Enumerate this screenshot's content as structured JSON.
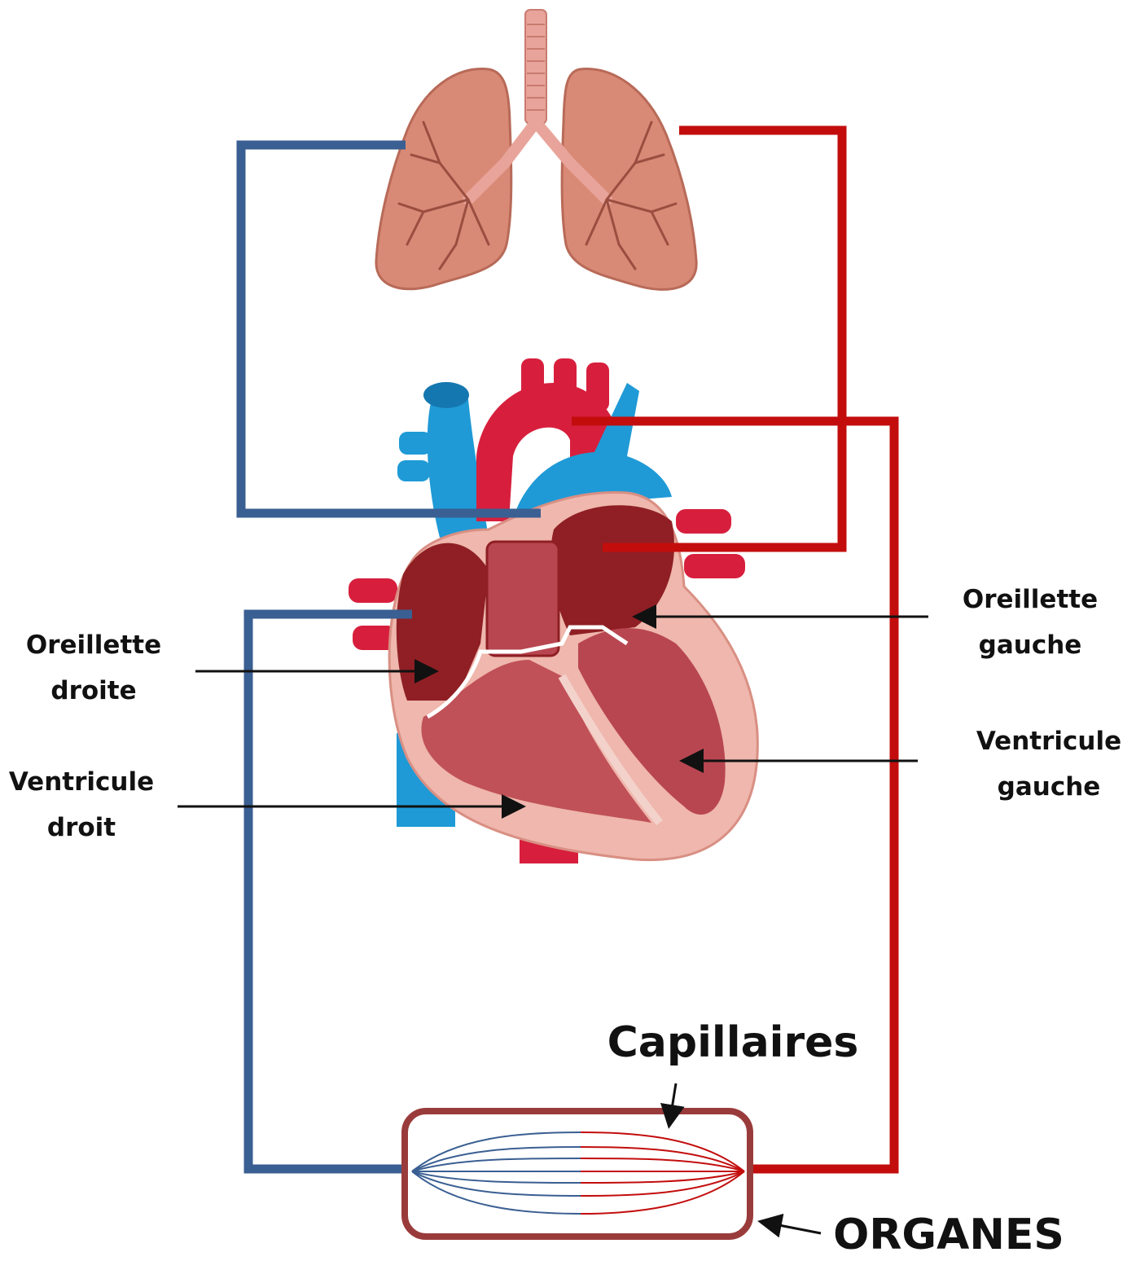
{
  "labels": {
    "oreillette_droite": {
      "line1": "Oreillette",
      "line2": "droite"
    },
    "ventricule_droit": {
      "line1": "Ventricule",
      "line2": "droit"
    },
    "oreillette_gauche": {
      "line1": "Oreillette",
      "line2": "gauche"
    },
    "ventricule_gauche": {
      "line1": "Ventricule",
      "line2": "gauche"
    },
    "capillaires": "Capillaires",
    "organes": "ORGANES"
  },
  "colors": {
    "deoxygenated": "#3a5f92",
    "oxygenated": "#c30d0d",
    "organ_box": "#9a3b3b",
    "lung": "#d98a76",
    "heart_wall": "#efb7ad",
    "heart_chamber": "#8f1f24",
    "vein_blue": "#1f9ad6",
    "artery_red": "#d71f3d"
  }
}
